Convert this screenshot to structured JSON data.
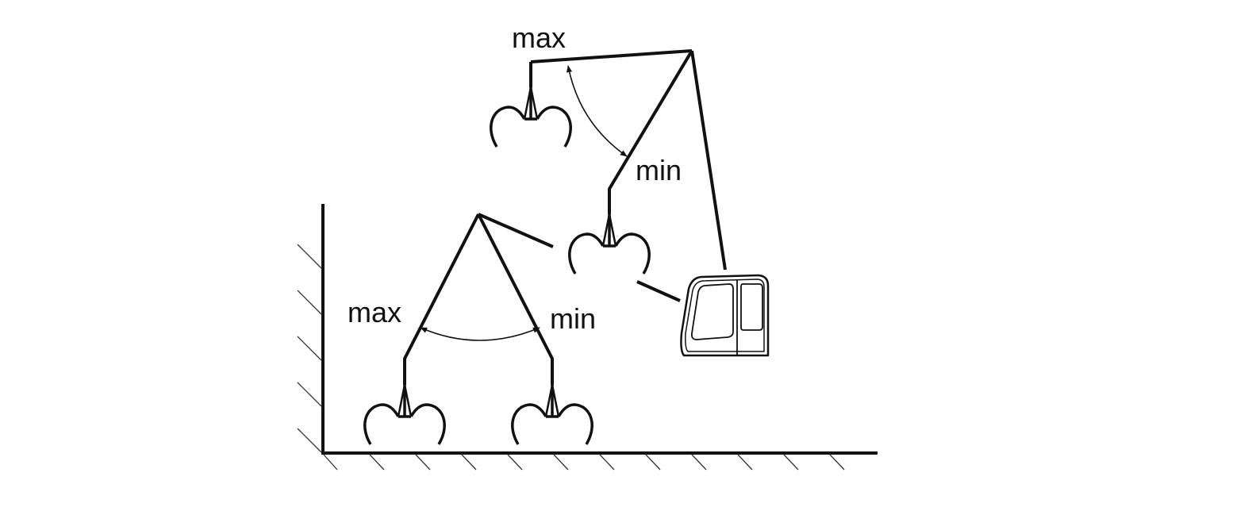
{
  "labels": {
    "top_max": "max",
    "top_min": "min",
    "bottom_max": "max",
    "bottom_min": "min"
  },
  "colors": {
    "stroke": "#111111",
    "background": "#ffffff"
  }
}
